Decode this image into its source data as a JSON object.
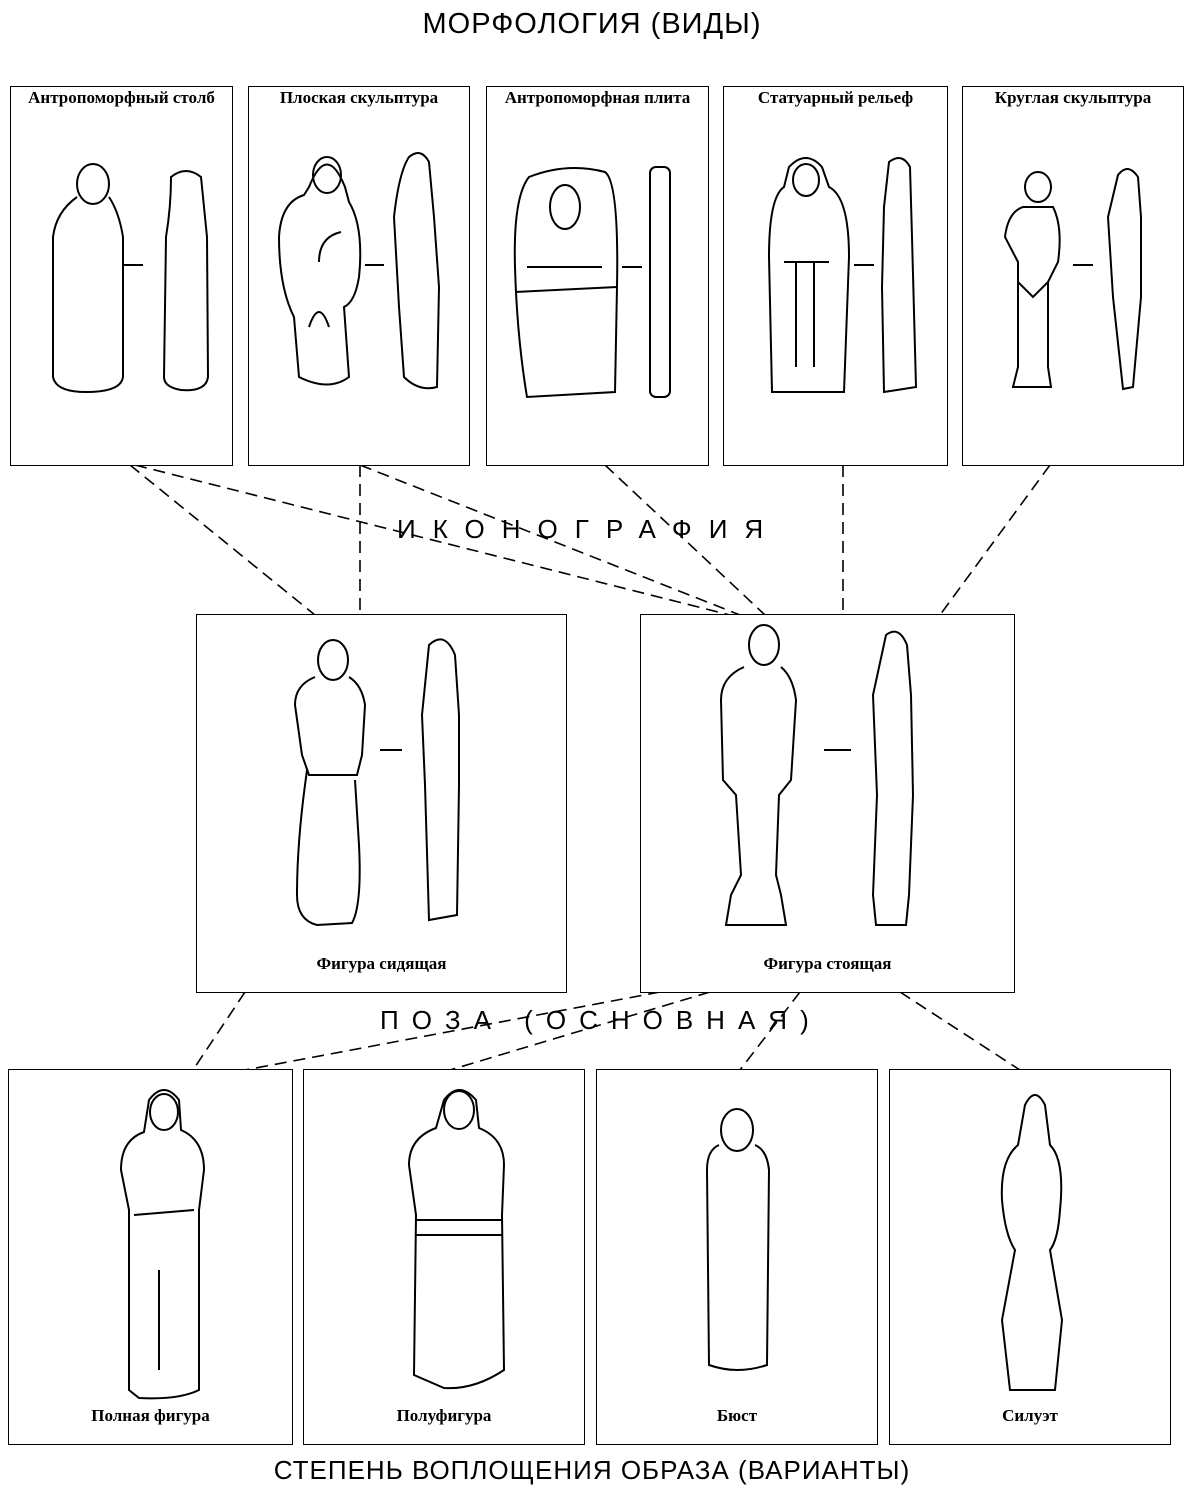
{
  "titles": {
    "morphology": "МОРФОЛОГИЯ (ВИДЫ)",
    "iconography": "ИКОНОГРАФИЯ",
    "pose": "ПОЗА (ОСНОВНАЯ)",
    "degree": "СТЕПЕНЬ ВОПЛОЩЕНИЯ ОБРАЗА (ВАРИАНТЫ)"
  },
  "types": [
    {
      "label": "Антропоморфный столб"
    },
    {
      "label": "Плоская скульптура"
    },
    {
      "label": "Антропоморфная плита"
    },
    {
      "label": "Статуарный рельеф"
    },
    {
      "label": "Круглая скульптура"
    }
  ],
  "poses": [
    {
      "label": "Фигура сидящая"
    },
    {
      "label": "Фигура стоящая"
    }
  ],
  "variants": [
    {
      "label": "Полная фигура"
    },
    {
      "label": "Полуфигура"
    },
    {
      "label": "Бюст"
    },
    {
      "label": "Силуэт"
    }
  ]
}
